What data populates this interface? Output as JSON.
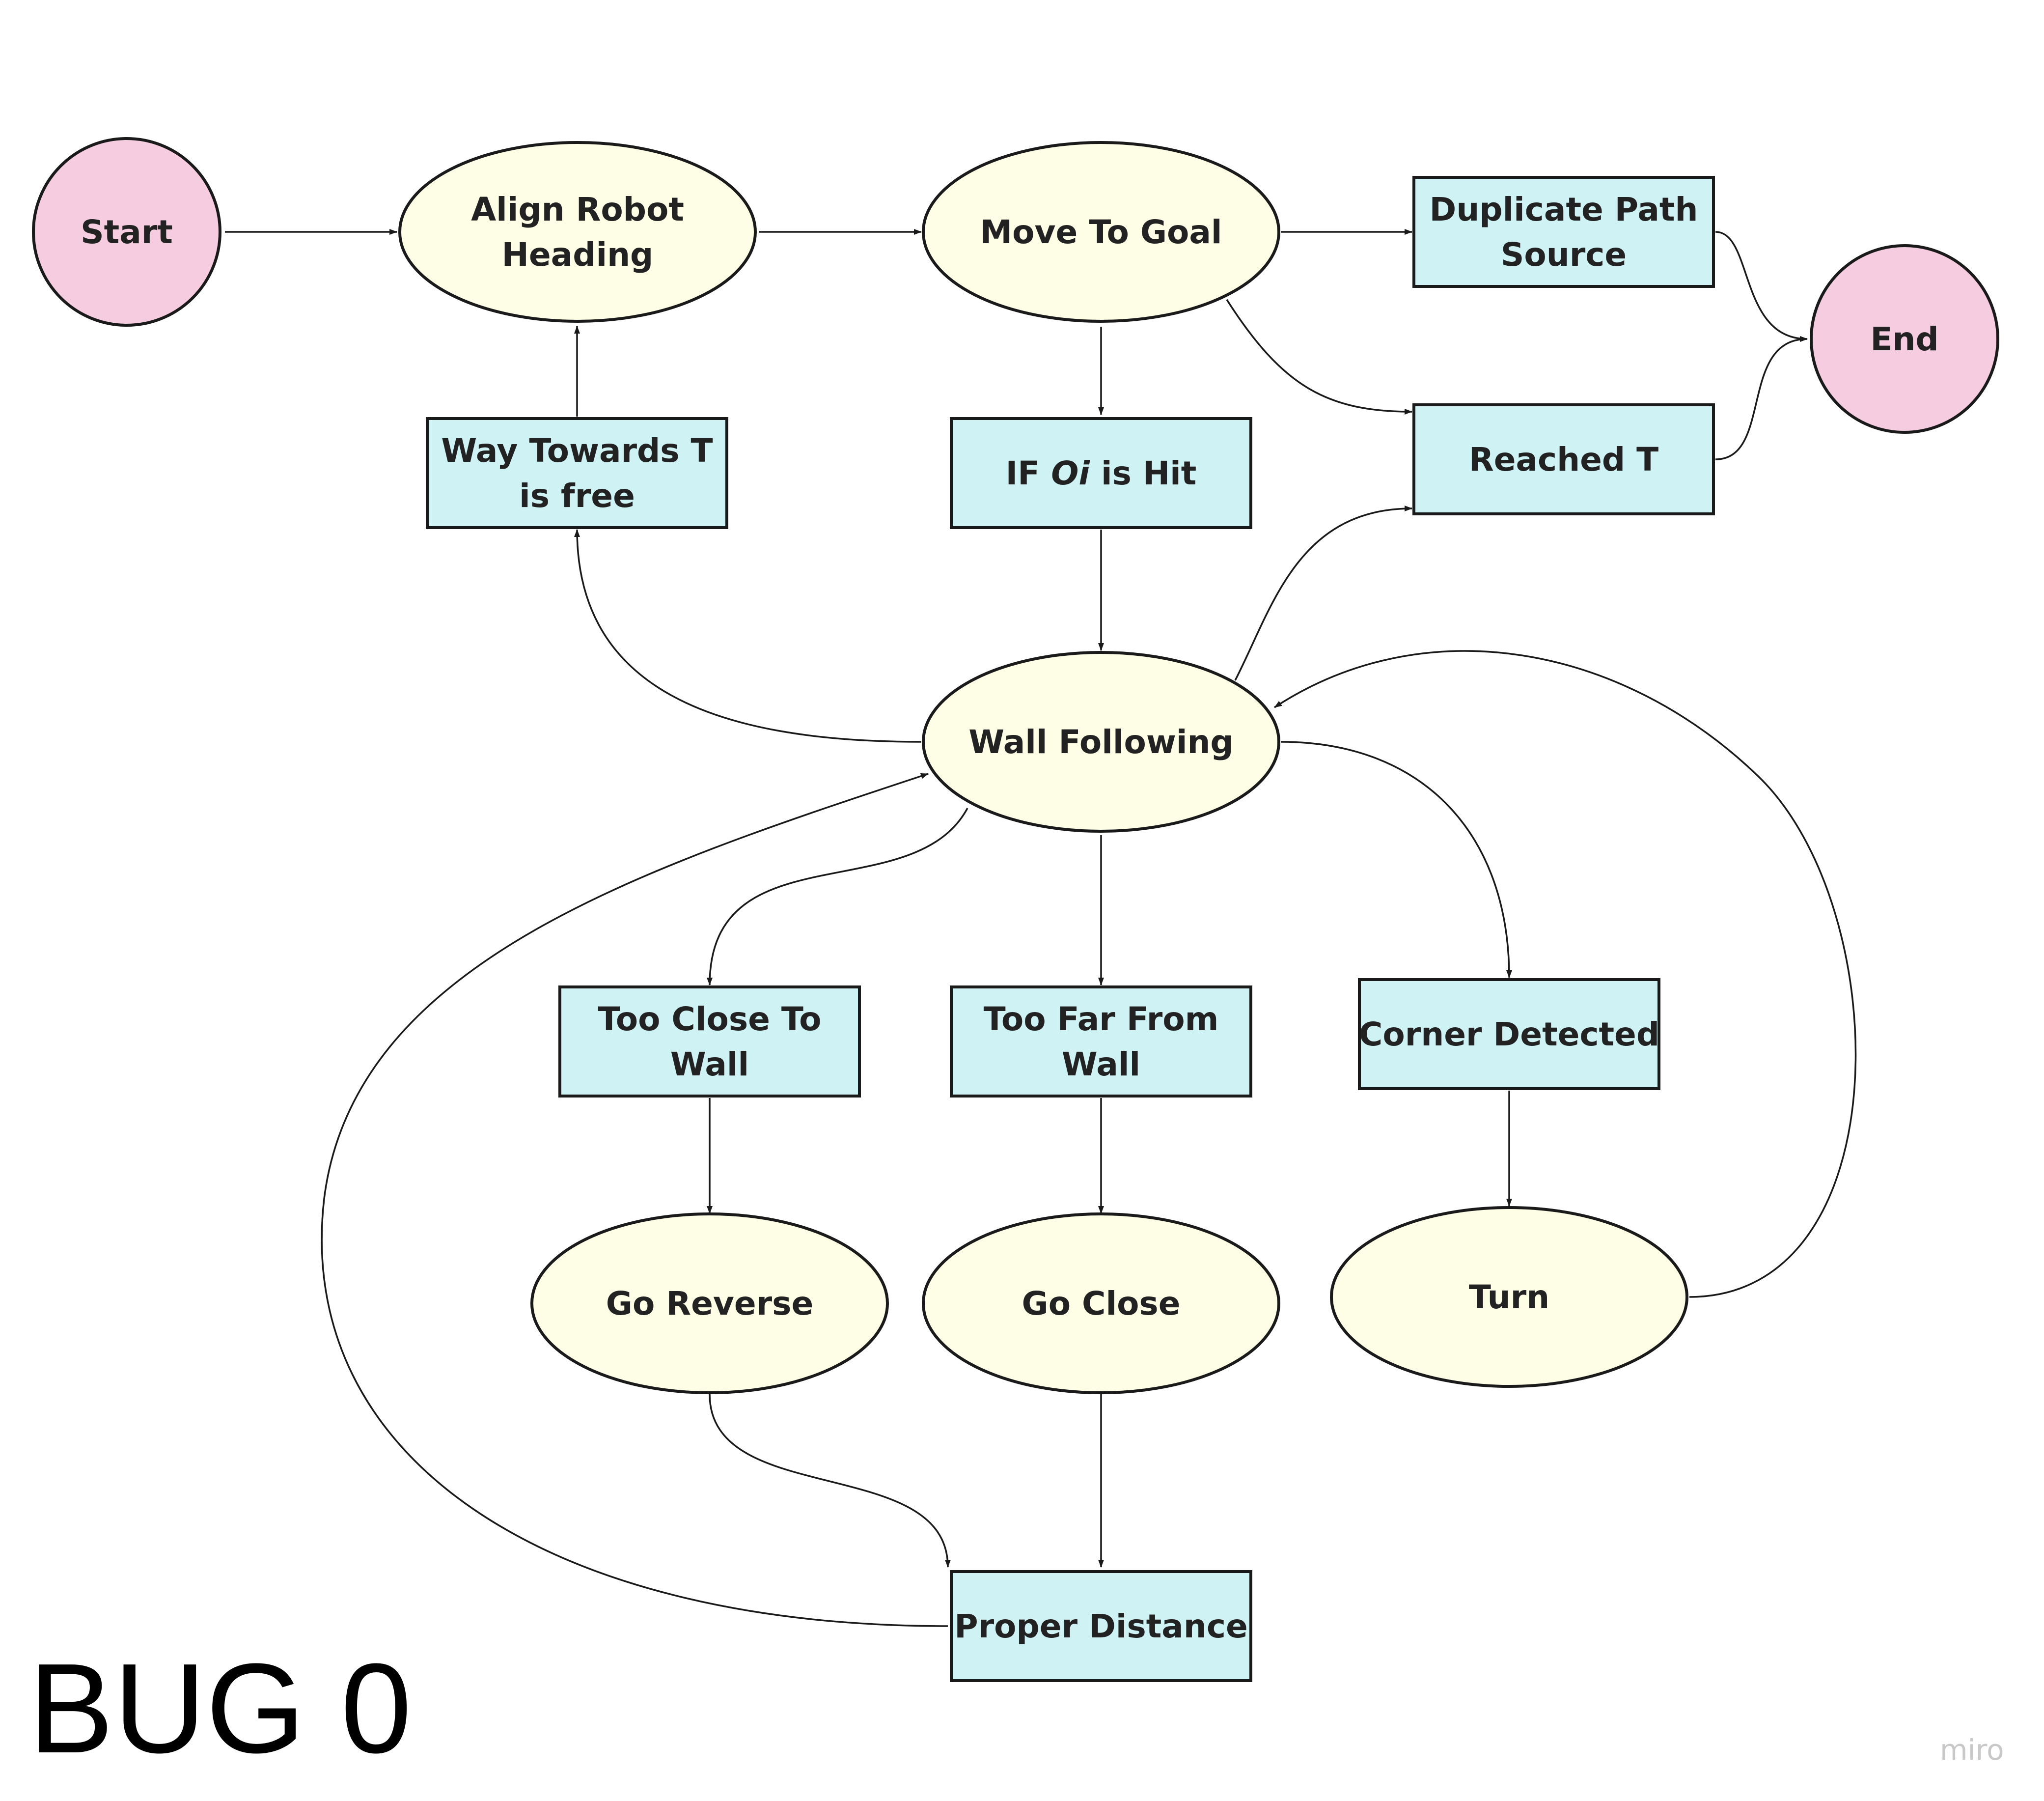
{
  "title": "BUG 0",
  "watermark": "miro",
  "colors": {
    "terminal": "#f6cce0",
    "state": "#fefde5",
    "condition": "#cff3f5",
    "stroke": "#1a1a1a"
  },
  "nodes": {
    "start": {
      "label": "Start",
      "shape": "circle"
    },
    "align": {
      "label": "Align Robot Heading",
      "lines": [
        "Align Robot",
        "Heading"
      ],
      "shape": "ellipse"
    },
    "move": {
      "label": "Move To Goal",
      "shape": "ellipse"
    },
    "dup": {
      "label": "Duplicate Path Source",
      "lines": [
        "Duplicate Path",
        "Source"
      ],
      "shape": "rect"
    },
    "end": {
      "label": "End",
      "shape": "circle"
    },
    "way": {
      "label": "Way Towards T is free",
      "lines": [
        "Way Towards T",
        "is free"
      ],
      "shape": "rect"
    },
    "ifhit": {
      "label_prefix": "IF ",
      "label_italic": "Oi",
      "label_suffix": " is Hit",
      "shape": "rect"
    },
    "reached": {
      "label": "Reached T",
      "shape": "rect"
    },
    "wall": {
      "label": "Wall Following",
      "shape": "ellipse"
    },
    "tooclose": {
      "label": "Too Close To Wall",
      "lines": [
        "Too Close To",
        "Wall"
      ],
      "shape": "rect"
    },
    "toofar": {
      "label": "Too Far From Wall",
      "lines": [
        "Too Far From",
        "Wall"
      ],
      "shape": "rect"
    },
    "corner": {
      "label": "Corner Detected",
      "shape": "rect"
    },
    "reverse": {
      "label": "Go Reverse",
      "shape": "ellipse"
    },
    "close": {
      "label": "Go Close",
      "shape": "ellipse"
    },
    "turn": {
      "label": "Turn",
      "shape": "ellipse"
    },
    "proper": {
      "label": "Proper Distance",
      "shape": "rect"
    }
  },
  "edges": [
    {
      "from": "start",
      "to": "align"
    },
    {
      "from": "align",
      "to": "move"
    },
    {
      "from": "move",
      "to": "dup"
    },
    {
      "from": "move",
      "to": "ifhit"
    },
    {
      "from": "move",
      "to": "reached"
    },
    {
      "from": "dup",
      "to": "end"
    },
    {
      "from": "reached",
      "to": "end"
    },
    {
      "from": "way",
      "to": "align"
    },
    {
      "from": "ifhit",
      "to": "wall"
    },
    {
      "from": "wall",
      "to": "way"
    },
    {
      "from": "wall",
      "to": "reached"
    },
    {
      "from": "wall",
      "to": "tooclose"
    },
    {
      "from": "wall",
      "to": "toofar"
    },
    {
      "from": "wall",
      "to": "corner"
    },
    {
      "from": "tooclose",
      "to": "reverse"
    },
    {
      "from": "toofar",
      "to": "close"
    },
    {
      "from": "corner",
      "to": "turn"
    },
    {
      "from": "turn",
      "to": "wall"
    },
    {
      "from": "reverse",
      "to": "proper"
    },
    {
      "from": "close",
      "to": "proper"
    },
    {
      "from": "proper",
      "to": "wall"
    }
  ]
}
